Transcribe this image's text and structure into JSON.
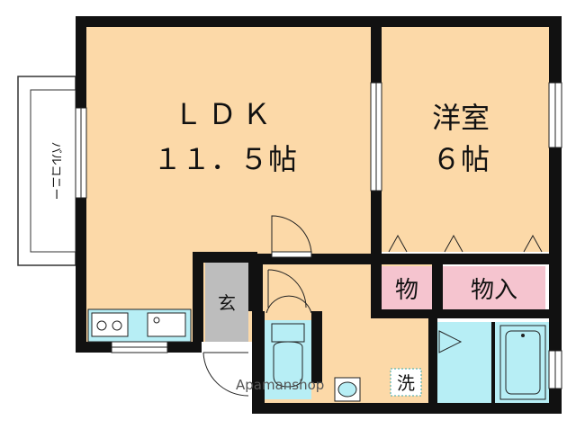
{
  "rooms": {
    "ldk_name": "ＬＤＫ",
    "ldk_size": "１１．５帖",
    "western_name": "洋室",
    "western_size": "６帖",
    "balcony": "バルコニー",
    "closet": "物",
    "storage": "物入",
    "entrance": "玄",
    "washer": "洗"
  },
  "watermark": "Apamanshop",
  "colors": {
    "floor": "#fcd9a8",
    "wet_area": "#b7eef5",
    "storage": "#f5c4cf",
    "entrance": "#bdbdbd",
    "wall": "#111111"
  }
}
